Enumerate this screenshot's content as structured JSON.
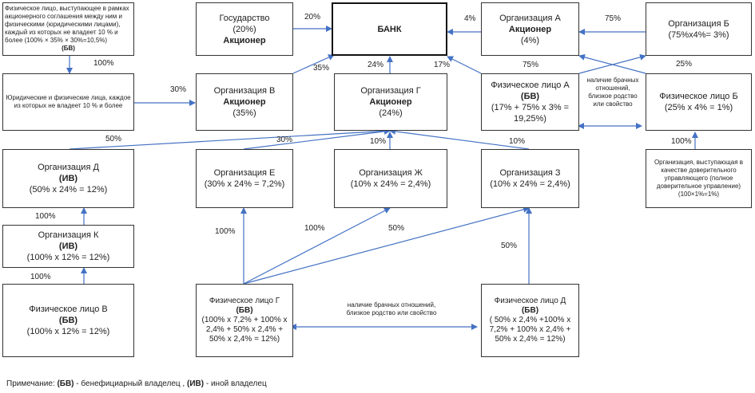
{
  "nodes": {
    "fl_rf": {
      "text": "Физическое лицо, выступающее в рамках акционерного соглашения между ним и физическими (юридическими лицами), каждый из которых не владеет 10 % и более (100% × 35% × 30%=10,5%)",
      "tag": "(БВ)"
    },
    "gos": {
      "title": "Государство",
      "share": "(20%)",
      "role": "Акционер"
    },
    "bank": {
      "title": "БАНК"
    },
    "org_a": {
      "title": "Организация А",
      "role": "Акционер",
      "share": "(4%)"
    },
    "org_b": {
      "title": "Организация Б",
      "share": "(75%x4%= 3%)"
    },
    "legal_phys": {
      "text": "Юридические  и физические лица, каждое из которых не владеет 10 % и более"
    },
    "org_v": {
      "title": "Организация В",
      "role": "Акционер",
      "share": "(35%)"
    },
    "org_g": {
      "title": "Организация Г",
      "role": "Акционер",
      "share": "(24%)"
    },
    "fl_a": {
      "title": "Физическое лицо А",
      "tag": "(БВ)",
      "calc": "(17% + 75% x 3% = 19,25%)"
    },
    "fl_b": {
      "title": "Физическое лицо Б",
      "calc": "(25% x 4%  = 1%)"
    },
    "org_d": {
      "title": "Организация Д",
      "tag": "(ИВ)",
      "calc": "(50% x 24% = 12%)"
    },
    "org_e": {
      "title": "Организация  Е",
      "calc": "(30% x 24% = 7,2%)"
    },
    "org_zh": {
      "title": "Организация Ж",
      "calc": "(10% x 24% = 2,4%)"
    },
    "org_z": {
      "title": "Организация З",
      "calc": "(10% x 24% = 2,4%)"
    },
    "trustee": {
      "text": "Организация, выступающая в качестве доверительного управляющего (полное доверительное управление)",
      "calc": "(100×1%=1%)"
    },
    "org_k": {
      "title": "Организация К",
      "tag": "(ИВ)",
      "calc": "(100% x 12% = 12%)"
    },
    "fl_v": {
      "title": "Физическое лицо В",
      "tag": "(БВ)",
      "calc": "(100% x 12% = 12%)"
    },
    "fl_g": {
      "title": "Физическое лицо Г",
      "tag": "(БВ)",
      "calc": "(100% x 7,2% + 100% x 2,4% + 50% x 2,4% + 50% x 2,4%  = 12%)"
    },
    "fl_d": {
      "title": "Физическое лицо Д",
      "tag": "(БВ)",
      "calc": "( 50% x 2,4% +100% x 7,2% + 100% x 2,4% + 50% x 2,4% = 12%)"
    }
  },
  "edge_labels": {
    "gos_bank": "20%",
    "a_bank": "4%",
    "b_a": "75%",
    "rf_legal": "100%",
    "legal_v": "30%",
    "v_bank": "35%",
    "g_bank": "24%",
    "fla_bank": "17%",
    "fla_b": "75%",
    "flb_b": "25%",
    "d_g": "50%",
    "e_g": "30%",
    "zh_g": "10%",
    "z_g": "10%",
    "trustee_flb": "100%",
    "k_d": "100%",
    "v_k": "100%",
    "flg_e": "100%",
    "flg_zh": "100%",
    "flg_z": "50%",
    "fld_z": "50%"
  },
  "notes": {
    "marriage_a_b": "наличие брачных отношений, близкое родство или свойство",
    "marriage_g_d": "наличие брачных отношений, близкое родство или свойство"
  },
  "footer": {
    "prefix": "Примечание: ",
    "bv": "(БВ)",
    "bv_text": " - бенефициарный владелец , ",
    "iv": "(ИВ)",
    "iv_text": " - иной владелец"
  },
  "colors": {
    "arrow": "#4472C4",
    "border": "#333333"
  }
}
